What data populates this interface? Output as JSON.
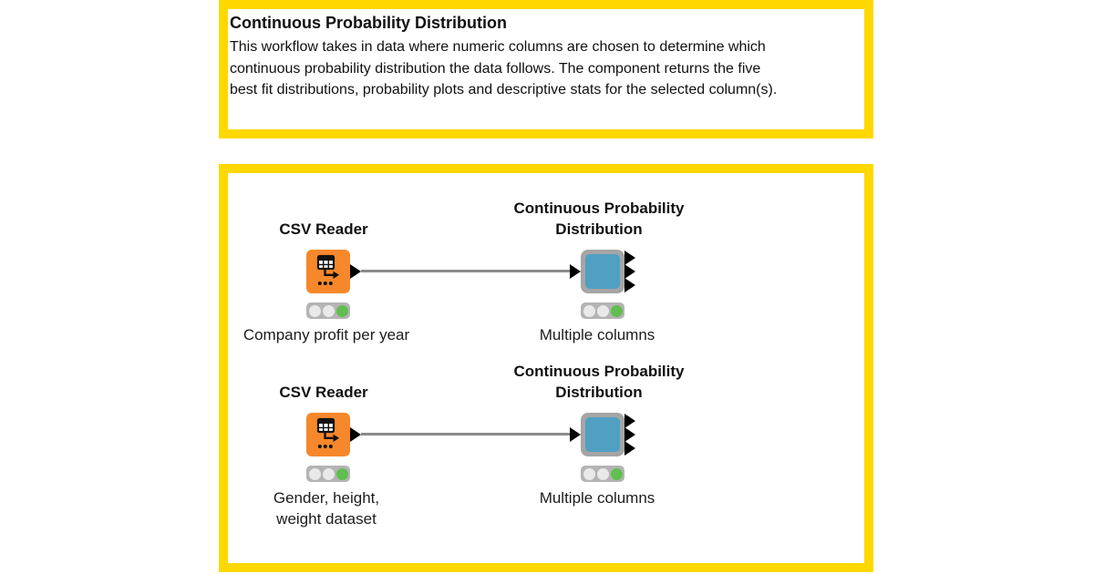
{
  "annotation_card": {
    "title": "Continuous Probability Distribution",
    "description": "This workflow takes in data where numeric columns are chosen to determine which\ncontinuous probability distribution the data follows. The component returns the five\nbest fit distributions, probability plots and descriptive stats for the selected column(s)."
  },
  "workflow": {
    "rows": [
      {
        "source": {
          "title": "CSV Reader",
          "comment": "Company profit per year",
          "status": [
            "idle",
            "idle",
            "executed"
          ]
        },
        "target": {
          "title": "Continuous Probability\nDistribution",
          "comment": "Multiple columns",
          "status": [
            "idle",
            "idle",
            "executed"
          ]
        }
      },
      {
        "source": {
          "title": "CSV Reader",
          "comment": "Gender, height,\nweight dataset",
          "status": [
            "idle",
            "idle",
            "executed"
          ]
        },
        "target": {
          "title": "Continuous Probability\nDistribution",
          "comment": "Multiple columns",
          "status": [
            "idle",
            "idle",
            "executed"
          ]
        }
      }
    ]
  },
  "icons": {
    "source_node_icon": "csv-table-export-icon",
    "port_icon": "triangle-port-icon",
    "status_light": "traffic-light-indicator"
  },
  "colors": {
    "frame_yellow": "#FFD800",
    "csv_node_orange": "#F6882B",
    "component_blue": "#4FA0C3",
    "component_frame_gray": "#A5A5A5",
    "connection_gray": "#8A8A8A",
    "status_bg": "#B4B4B4",
    "status_idle": "#E9E9E9",
    "status_executed": "#61BE50",
    "text_dark": "#111111"
  }
}
